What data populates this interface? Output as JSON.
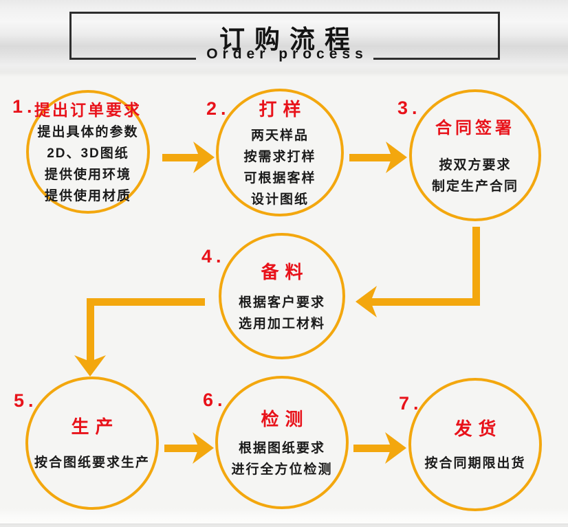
{
  "header": {
    "title_cn": "订购流程",
    "title_en": "Order process"
  },
  "colors": {
    "accent_orange": "#F3A70E",
    "step_red": "#E8121A",
    "title_border_dark": "#2E2E2E",
    "text_black": "#1A1A1A",
    "background": "#F5F5F3"
  },
  "steps": [
    {
      "number": "1.",
      "title": "提出订单要求",
      "lines": [
        "提出具体的参数",
        "2D、3D图纸",
        "提供使用环境",
        "提供使用材质"
      ]
    },
    {
      "number": "2.",
      "title": "打样",
      "lines": [
        "两天样品",
        "按需求打样",
        "可根据客样",
        "设计图纸"
      ]
    },
    {
      "number": "3.",
      "title": "合同签署",
      "lines": [
        "按双方要求",
        "制定生产合同"
      ]
    },
    {
      "number": "4.",
      "title": "备料",
      "lines": [
        "根据客户要求",
        "选用加工材料"
      ]
    },
    {
      "number": "5.",
      "title": "生产",
      "lines": [
        "按合图纸要求生产"
      ]
    },
    {
      "number": "6.",
      "title": "检测",
      "lines": [
        "根据图纸要求",
        "进行全方位检测"
      ]
    },
    {
      "number": "7.",
      "title": "发货",
      "lines": [
        "按合同期限出货"
      ]
    }
  ]
}
